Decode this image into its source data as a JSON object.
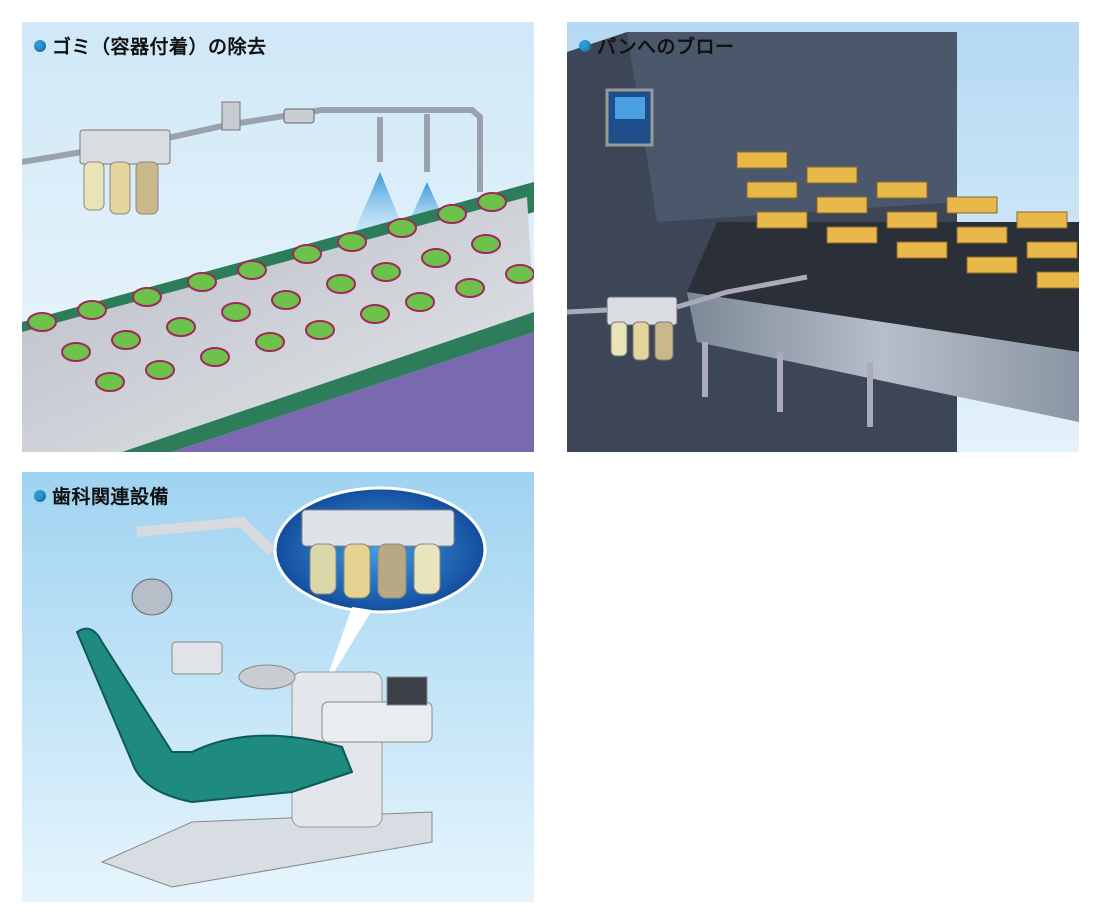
{
  "panels": [
    {
      "caption": "ゴミ（容器付着）の除去",
      "scene": "cup-conveyor-dust-removal"
    },
    {
      "caption": "パンへのブロー",
      "scene": "bread-tray-air-blow"
    },
    {
      "caption": "歯科関連設備",
      "scene": "dental-unit-air-filters"
    }
  ],
  "colors": {
    "bullet": "#2a9ad6",
    "conveyor_green": "#2e7d5a",
    "cup_green": "#6cc24a",
    "chair_teal": "#1f8a80",
    "frame_purple": "#6a58a0"
  },
  "icons": [
    "bullet-dot-icon"
  ]
}
